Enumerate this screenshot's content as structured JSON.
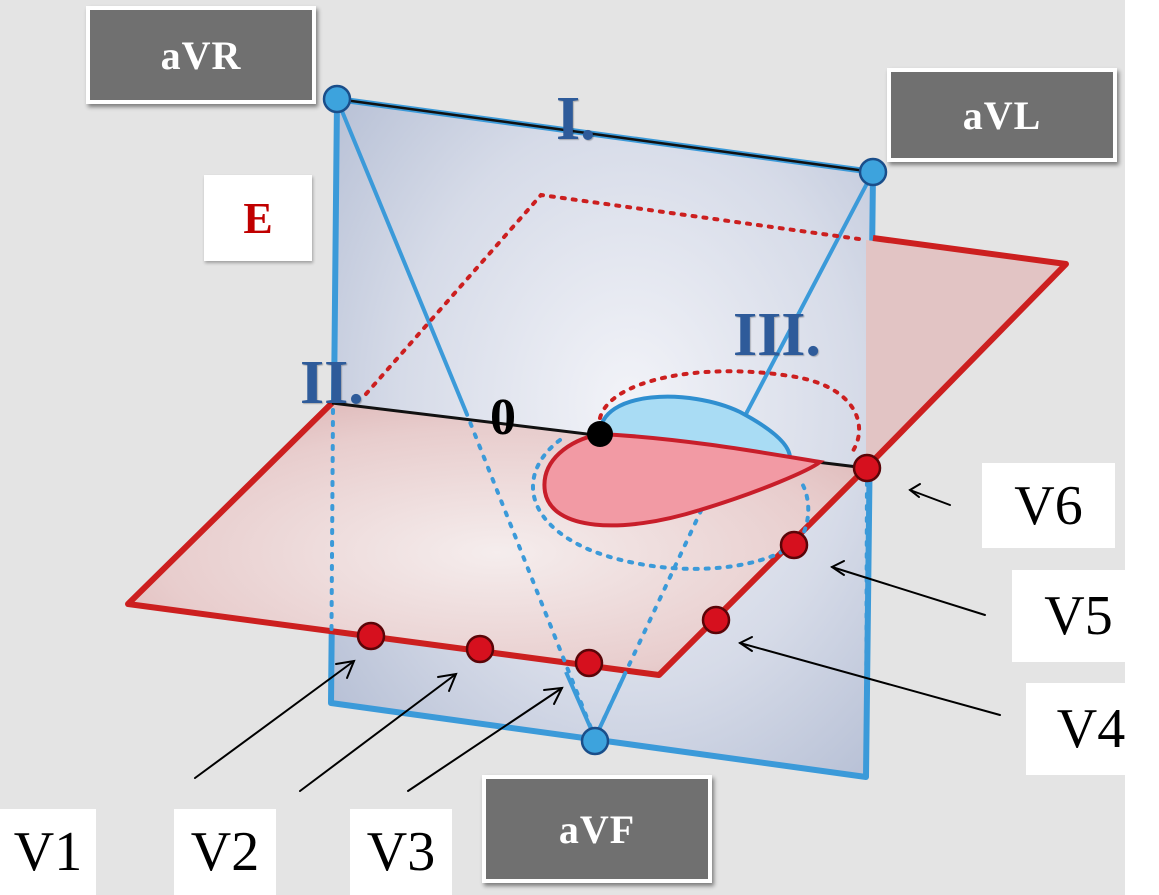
{
  "labels": {
    "avr": "aVR",
    "avl": "aVL",
    "avf": "aVF",
    "e": "E",
    "lead_i": "I.",
    "lead_ii": "II.",
    "lead_iii": "III.",
    "origin": "0"
  },
  "chest_leads": [
    "V1",
    "V2",
    "V3",
    "V4",
    "V5",
    "V6"
  ],
  "colors": {
    "frontal_edge": "#3b9ad9",
    "horizontal_edge": "#cc1f1f",
    "gray_box": "#707070",
    "lead_label": "#2e5b9a",
    "e_label": "#c00000"
  }
}
